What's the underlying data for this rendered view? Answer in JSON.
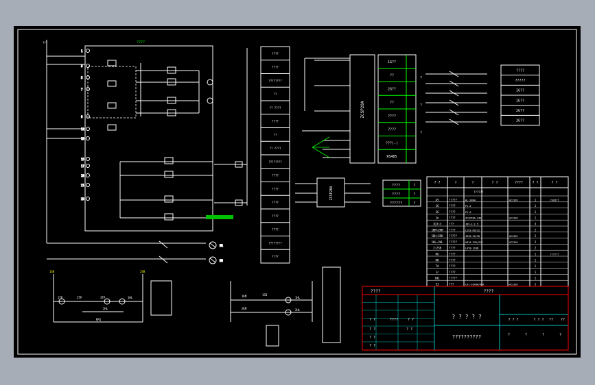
{
  "colors": {
    "background": "#a6adb7",
    "sheet": "#000000",
    "line": "#ffffff",
    "accent_green": "#00ff00",
    "yellow": "#ffff00",
    "red": "#ff0000",
    "cyan": "#00ffff",
    "grid_green": "#00c000"
  },
  "rs485": {
    "chip_label": "ZCSP20A",
    "rows": [
      "1G??",
      "??",
      "2G??",
      "??",
      "????",
      "????",
      "???(-)",
      "RS485"
    ],
    "side_marks": [
      "?",
      "?",
      "?"
    ]
  },
  "small_box_labels": [
    "????",
    "????",
    "??????"
  ],
  "mini_chip_label": "ZCSP20A",
  "right_legend": [
    "????",
    "?????",
    "1G??",
    "1G??",
    "2G??",
    "2G??"
  ],
  "parts_table": {
    "header": [
      "? ?",
      "?",
      "?",
      "? ?",
      "????",
      "? ?",
      "? ?"
    ],
    "remark": "??????",
    "rows": [
      {
        "code": "AS",
        "name": "?????",
        "spec": "AL-24KW",
        "note": "AC220V",
        "qty": "1",
        "extra": "?GCB??"
      },
      {
        "code": "1G",
        "name": "????",
        "spec": "P1-6",
        "note": "",
        "qty": "1",
        "extra": ""
      },
      {
        "code": "2G",
        "name": "????",
        "spec": "P1-6",
        "note": "",
        "qty": "1",
        "extra": ""
      },
      {
        "code": "1n",
        "name": "????",
        "spec": "ZCSP20A-24H",
        "note": "AC220V",
        "qty": "1",
        "extra": ""
      },
      {
        "code": "1DJ~3",
        "name": "???",
        "spec": "JMI-S:2.5",
        "note": "",
        "qty": "3",
        "extra": ""
      },
      {
        "code": "1KM~2KM",
        "name": "????",
        "spec": "CJX2-09/22",
        "note": "",
        "qty": "2",
        "extra": ""
      },
      {
        "code": "1RH~2RH",
        "name": "?????",
        "spec": "JR36-20/3D",
        "note": "AC220V",
        "qty": "2",
        "extra": ""
      },
      {
        "code": "1HL~2HL",
        "name": "?????",
        "spec": "AD16-22D/S23",
        "note": "AC220V",
        "qty": "2",
        "extra": ""
      },
      {
        "code": "1~2SB",
        "name": "????",
        "spec": "LAY8-11BN",
        "note": "",
        "qty": "2",
        "extra": ""
      },
      {
        "code": "HG",
        "name": "????",
        "spec": "",
        "note": "",
        "qty": "1",
        "extra": "??????"
      },
      {
        "code": "HR",
        "name": "????",
        "spec": "",
        "note": "",
        "qty": "1",
        "extra": ""
      },
      {
        "code": "TA",
        "name": "????",
        "spec": "",
        "note": "",
        "qty": "1",
        "extra": ""
      },
      {
        "code": "1r",
        "name": "????",
        "spec": "",
        "note": "",
        "qty": "1",
        "extra": ""
      },
      {
        "code": "1WL",
        "name": "?????",
        "spec": "",
        "note": "",
        "qty": "1",
        "extra": ""
      },
      {
        "code": "ZJ",
        "name": "???",
        "spec": "LA1-1048H/A0X",
        "note": "AC220V",
        "qty": "1",
        "extra": ""
      }
    ]
  },
  "title_block": {
    "top_left": "????",
    "top_center": "????",
    "center_title": "? ? ? ? ?",
    "bottom_title": "??????????",
    "meta_row": [
      "? ? ?",
      "? ? ?",
      "??",
      "??"
    ],
    "small_cells": [
      "? ?",
      "????",
      "? ?",
      "? ?",
      "? ?",
      "? ?",
      "? ?"
    ],
    "right_cells": [
      "?",
      "?",
      "?",
      "?"
    ]
  },
  "left_diagram": {
    "green_title": "????",
    "terminal_labels": [
      "1",
      "3",
      "5",
      "7",
      "9",
      "11",
      "13",
      "15",
      "17",
      "19",
      "21",
      "23"
    ],
    "top_label": "???",
    "lamp_labels": [
      "HR",
      "HG"
    ]
  },
  "middle_column": {
    "cells": [
      "????",
      "????",
      "????????",
      "??",
      "?? ????",
      "????",
      "??",
      "?? ????",
      "????????",
      "????",
      "????",
      "????",
      "????",
      "????",
      "????????",
      "????"
    ]
  },
  "bottom_left": {
    "labels": [
      "1SB",
      "2SB",
      "1TP",
      "2TP",
      "3TP",
      "1HL",
      "2HL",
      "KM1"
    ]
  },
  "bottom_mid": {
    "labels": [
      "1KM",
      "2KM",
      "1HL",
      "2HL",
      "1SB"
    ]
  }
}
